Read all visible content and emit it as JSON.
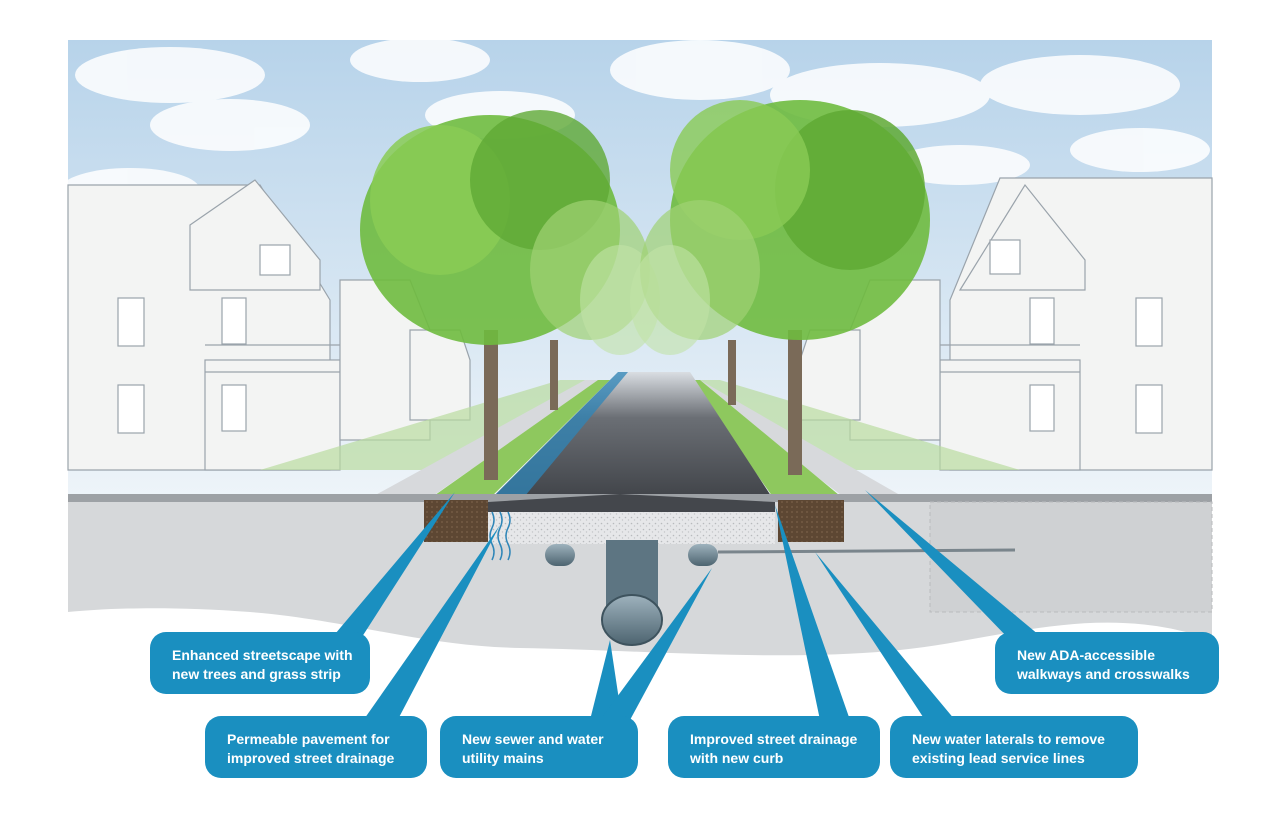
{
  "colors": {
    "callout_fill": "#1a8fc0",
    "callout_text": "#ffffff",
    "sky_top": "#bcd7ec",
    "sky_bottom": "#e8f1f8",
    "tree_foliage": "#7fc24a",
    "road": "#4a4d53",
    "grass": "#9fcf6a",
    "soil": "#5b4632",
    "ground_section": "#d9dadc",
    "pipe": "#6b8796"
  },
  "callouts": [
    {
      "id": "streetscape",
      "lines": [
        "Enhanced streetscape with",
        "new trees and grass strip"
      ]
    },
    {
      "id": "permeable",
      "lines": [
        "Permeable pavement for",
        "improved street drainage"
      ]
    },
    {
      "id": "utility",
      "lines": [
        "New sewer and water",
        "utility mains"
      ]
    },
    {
      "id": "drainage",
      "lines": [
        "Improved street drainage",
        "with new curb"
      ]
    },
    {
      "id": "laterals",
      "lines": [
        "New water laterals to remove",
        "existing lead service lines"
      ]
    },
    {
      "id": "ada",
      "lines": [
        "New ADA-accessible",
        "walkways and crosswalks"
      ]
    }
  ]
}
